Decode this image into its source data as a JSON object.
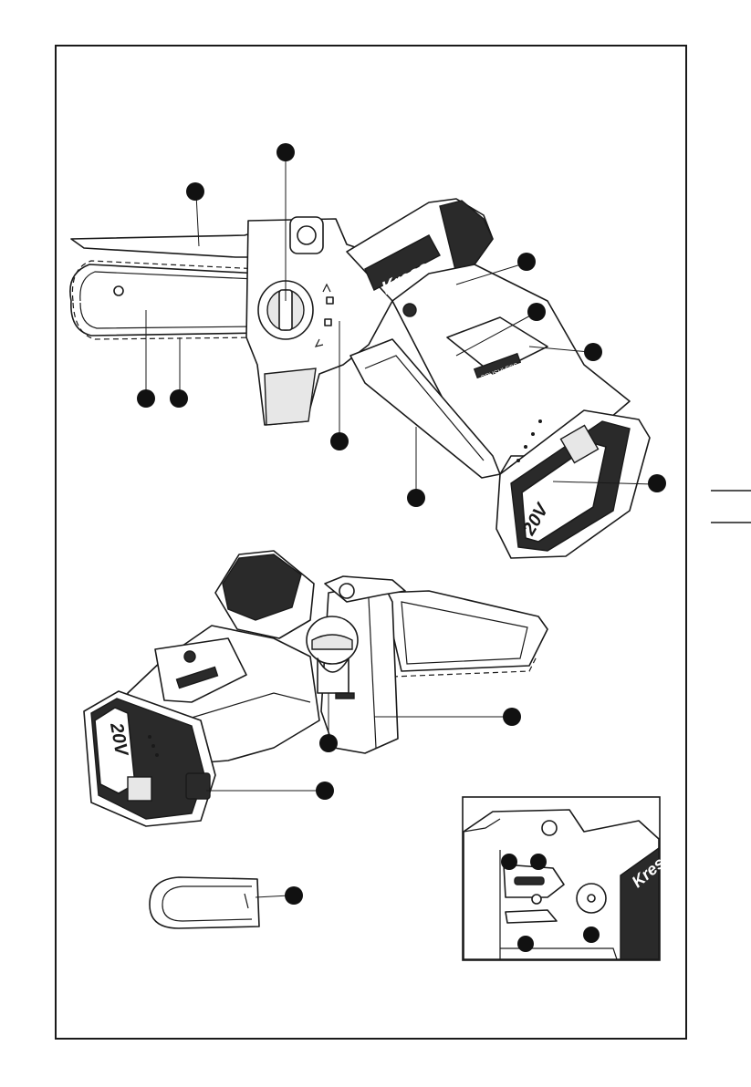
{
  "figure": {
    "brand": "Kress",
    "voltage_label": "20V",
    "motor_label": "BRUSHLESS"
  },
  "colors": {
    "ink": "#1a1a1a",
    "paper": "#ffffff",
    "callout": "#111111"
  }
}
